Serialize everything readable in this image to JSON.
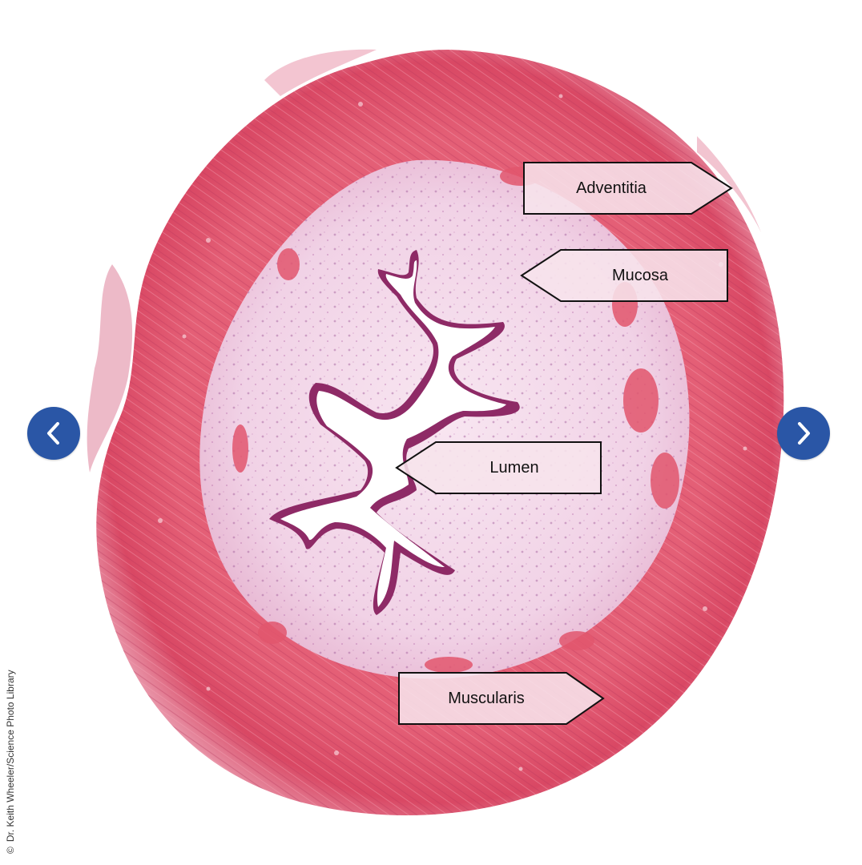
{
  "labels": {
    "adventitia": "Adventitia",
    "mucosa": "Mucosa",
    "lumen": "Lumen",
    "muscularis": "Muscularis"
  },
  "credit": {
    "symbol": "©",
    "text": "Dr. Keith Wheeler/Science Photo Library"
  },
  "nav": {
    "prev_icon": "chevron-left-icon",
    "next_icon": "chevron-right-icon",
    "color": "#2a56a6"
  },
  "colors": {
    "muscle": "#e0546a",
    "muscle_dark": "#c93a55",
    "submucosa": "#f3d6ea",
    "epithelium": "#8e2a66",
    "label_fill": "#f7e4ec"
  }
}
